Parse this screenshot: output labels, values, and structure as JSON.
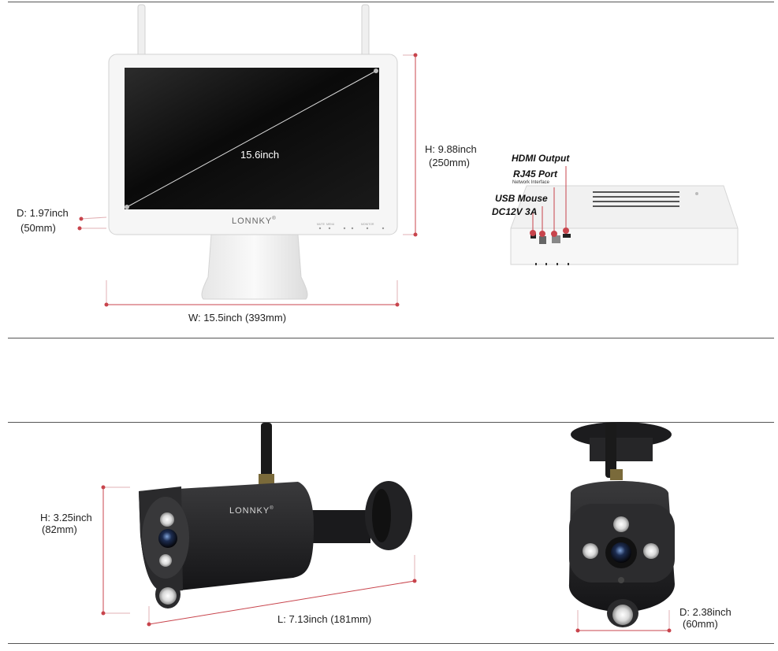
{
  "monitor": {
    "brand": "LONNKY",
    "brand_mark": "®",
    "screen_size": "15.6inch",
    "height_label": "H: 9.88inch",
    "height_metric": "(250mm)",
    "depth_label": "D: 1.97inch",
    "depth_metric": "(50mm)",
    "width_label": "W: 15.5inch (393mm)",
    "button_labels": [
      "MUTE",
      "MENU",
      "MONITOR"
    ]
  },
  "ports": {
    "hdmi": "HDMI Output",
    "rj45": "RJ45 Port",
    "rj45_sub": "Network Interface",
    "usb": "USB Mouse",
    "dc": "DC12V 3A"
  },
  "camera": {
    "brand": "LONNKY",
    "brand_mark": "®",
    "height_label": "H: 3.25inch",
    "height_metric": "(82mm)",
    "length_label": "L: 7.13inch (181mm)",
    "depth_label": "D: 2.38inch",
    "depth_metric": "(60mm)"
  },
  "colors": {
    "dimension_line": "#c8444c",
    "rule": "#555555",
    "camera_body": "#1e1e20",
    "monitor_body": "#f4f4f4"
  }
}
